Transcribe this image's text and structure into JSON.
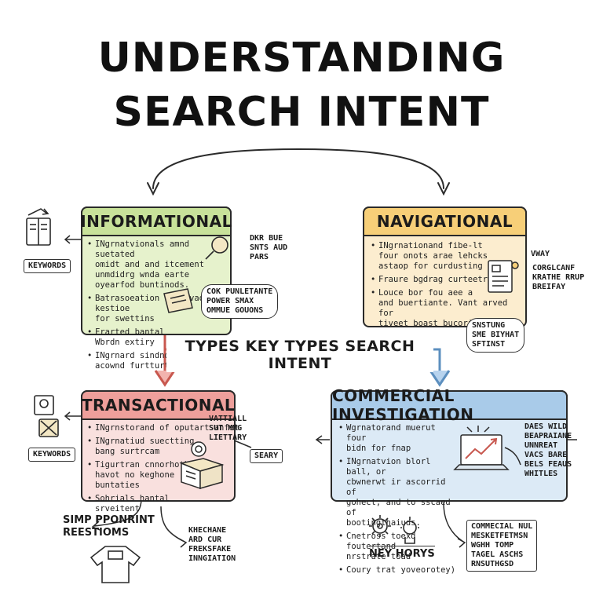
{
  "title": {
    "line1": "UNDERSTANDING",
    "line2": "SEARCH INTENT"
  },
  "center_label": "TYPES KEY TYPES SEARCH INTENT",
  "boxes": {
    "informational": {
      "heading": "INFORMATIONAL",
      "bullets": [
        "INgrnatvionals amnd suetated\nomidt and and itcement\nunmdidrg wnda earte\noyearfod buntinods.",
        "Batrasoeation of otvads kestioe\nfor swettins",
        "Frarted bantal\nWbrdn extiry",
        "INgrnard sindnd for\nacownd furtturts"
      ]
    },
    "navigational": {
      "heading": "NAVIGATIONAL",
      "bullets": [
        "INgrnationand fibe-lt\nfour onots arae lehcks\nastaop for curdusting",
        "Fraure bgdrag curteetral",
        "Louce bor fou aee a\nand buertiante. Vant arved for\ntiveet boast bucoriaties"
      ]
    },
    "transactional": {
      "heading": "TRANSACTIONAL",
      "bullets": [
        "INgrnstorand of oputart anfet",
        "INgrnatiud suectting\nbang surtrcam",
        "Tigurtran cnnorhothak\nhavot no keghone\nbuntaties",
        "Sohrials hantal\nsrveitent"
      ]
    },
    "commercial": {
      "heading": "COMMERCIAL INVESTIGATION",
      "bullets": [
        "Wgrnatorand muerut four\nbidn for fnap",
        "INgrnatvion blorl ball, or\ncbwnerwt ir ascorrid of\ngohect, and to sscaed of\nbootingthaiuds.",
        "Cnetross toexd foutertand\nnrstrate toad",
        "Coury trat yoveorotey)"
      ]
    }
  },
  "annotations": {
    "info_keywords": "KEYWORDS",
    "info_right_top": "DKR BUE\nSNTS AUD\nPARS",
    "info_bubble": "COK PUNLETANTE\nPOWER SMAX\nOMMUE GOUONS",
    "nav_right_top": "VWAY",
    "nav_right_block": "CORGLCANF\nKRATHE RRUP\nBREIFAY",
    "nav_bubble": "SNSTUNG\nSME BIYHAT\nSFTINST",
    "trans_keywords": "KEYWORDS",
    "trans_bubble": "VATTIALL\nSUT MMG\nLIETTARY",
    "trans_seary": "SEARY",
    "trans_left_label": "SIMP PPONRINT\nREESTIOMS",
    "trans_right_note": "KHECHANE\nARD CUR\nFREKSFAKE\nINNGIATION",
    "comm_right": "DAES WILD\nBEAPRAIANE\nUNNREAT\nVACS BARE\nBELS FEAUS\nWHITLES",
    "comm_bottom_label": "NEY HORYS",
    "comm_bottom_right": "COMMECIAL NUL\nMESKETFETMSN\nWGHH TOMP\nTAGEL ASCHS\nRNSUTHGSD"
  },
  "colors": {
    "informational": "#c8e29a",
    "navigational": "#f7cf78",
    "transactional": "#ee9f9b",
    "commercial": "#a9cbe9"
  }
}
